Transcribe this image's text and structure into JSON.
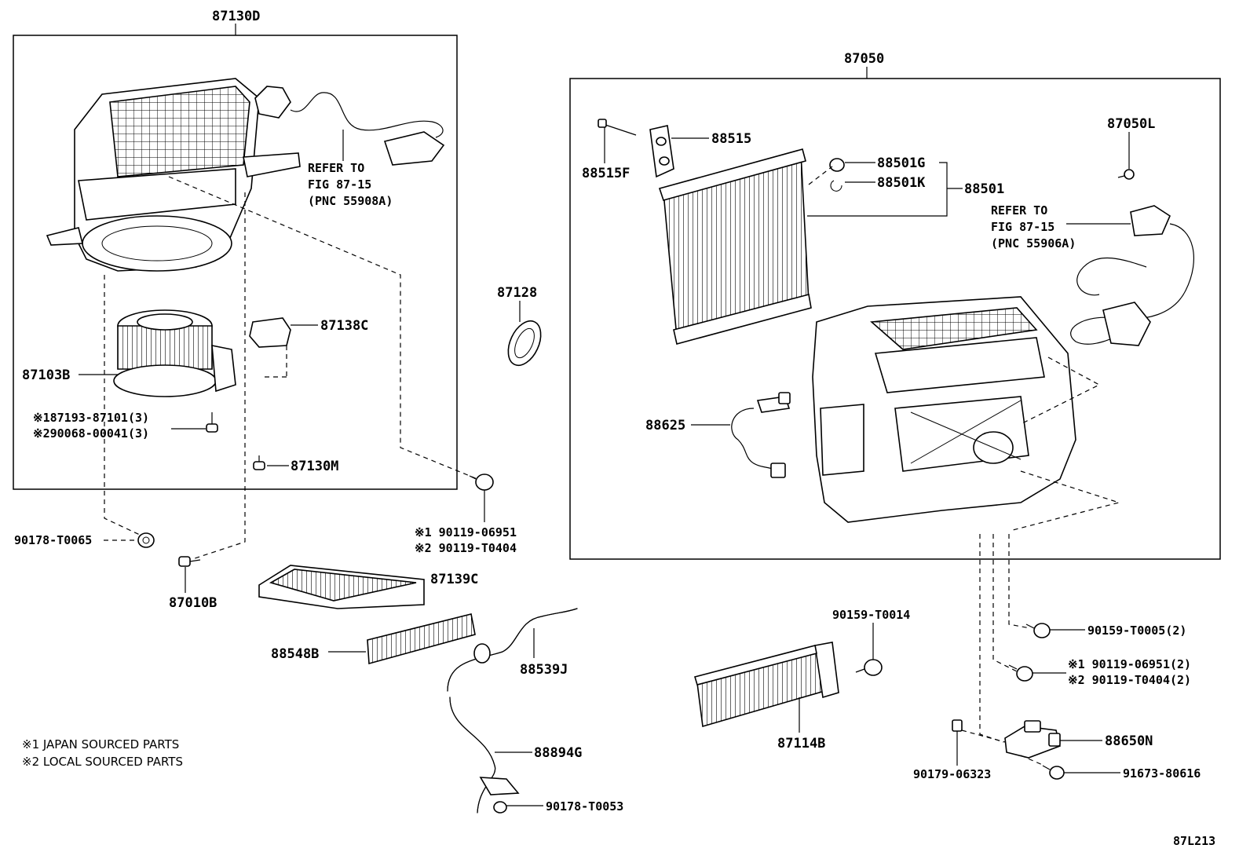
{
  "diagram": {
    "code": "87L213",
    "assemblies": {
      "left": "87130D",
      "right": "87050"
    },
    "labels": {
      "p87103B": "87103B",
      "p87138C": "87138C",
      "p87130M": "87130M",
      "p87193": "※187193-87101(3)",
      "p90068": "※290068-00041(3)",
      "refer_left_1": "REFER TO",
      "refer_left_2": "FIG 87-15",
      "refer_left_3": "(PNC 55908A)",
      "p90178_T0065": "90178-T0065",
      "p87010B": "87010B",
      "p87128": "87128",
      "p90119_1": "※1 90119-06951",
      "p90119_2": "※2 90119-T0404",
      "p87139C": "87139C",
      "p88548B": "88548B",
      "p88539J": "88539J",
      "p88894G": "88894G",
      "p90178_T0053": "90178-T0053",
      "p88515": "88515",
      "p88515F": "88515F",
      "p88501G": "88501G",
      "p88501K": "88501K",
      "p88501": "88501",
      "p87050L": "87050L",
      "refer_right_1": "REFER TO",
      "refer_right_2": "FIG 87-15",
      "refer_right_3": "(PNC 55906A)",
      "p88625": "88625",
      "p90159_T0014": "90159-T0014",
      "p90159_T0005": "90159-T0005(2)",
      "p90119_r1": "※1 90119-06951(2)",
      "p90119_r2": "※2 90119-T0404(2)",
      "p87114B": "87114B",
      "p88650N": "88650N",
      "p90179": "90179-06323",
      "p91673": "91673-80616"
    },
    "notes": {
      "n1": "※1 JAPAN SOURCED PARTS",
      "n2": "※2 LOCAL SOURCED PARTS"
    }
  }
}
